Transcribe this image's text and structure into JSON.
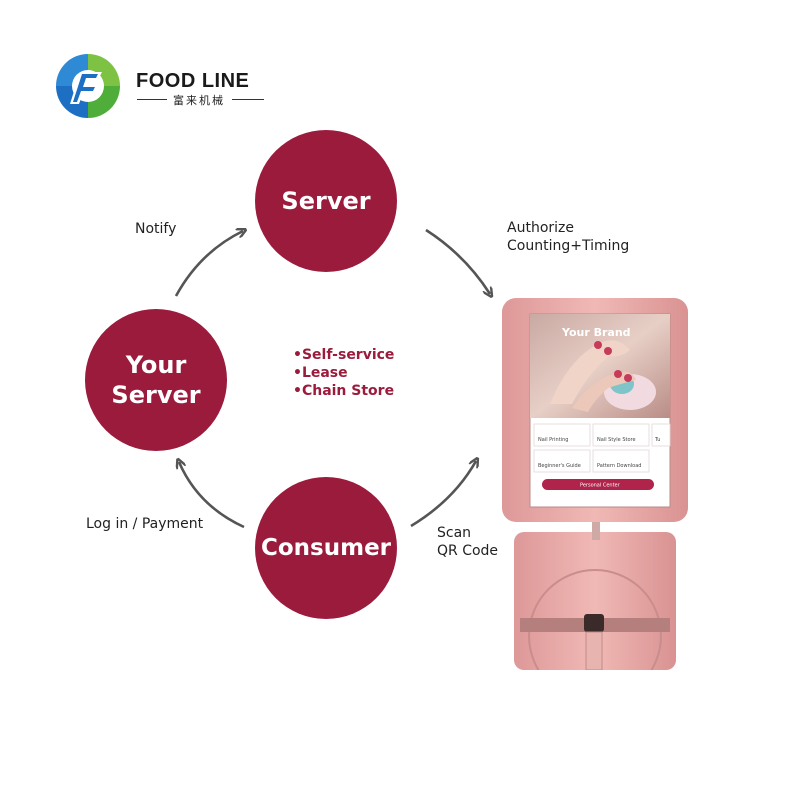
{
  "brand": {
    "name": "FOOD LINE",
    "subtitle": "富来机械",
    "colors": {
      "green": "#7dc242",
      "blue": "#1d6fc4"
    }
  },
  "diagram": {
    "nodes": {
      "server": "Server",
      "your_server_line1": "Your",
      "your_server_line2": "Server",
      "consumer": "Consumer"
    },
    "edges": {
      "notify": "Notify",
      "authorize_line1": "Authorize",
      "authorize_line2": "Counting+Timing",
      "login": "Log in / Payment",
      "scan_line1": "Scan",
      "scan_line2": "QR Code"
    },
    "modes": [
      "•Self-service",
      "•Lease",
      "•Chain Store"
    ],
    "colors": {
      "node_fill": "#9b1b3d",
      "arrow": "#555555"
    }
  },
  "kiosk": {
    "screen_title": "Your Brand",
    "tiles": [
      "Nail Printing",
      "Nail Style Store",
      "Tu",
      "Beginner's Guide",
      "Pattern Download"
    ],
    "button_label": "Personal Center",
    "colors": {
      "body": "#e9a9a9",
      "button": "#b0234a"
    }
  }
}
